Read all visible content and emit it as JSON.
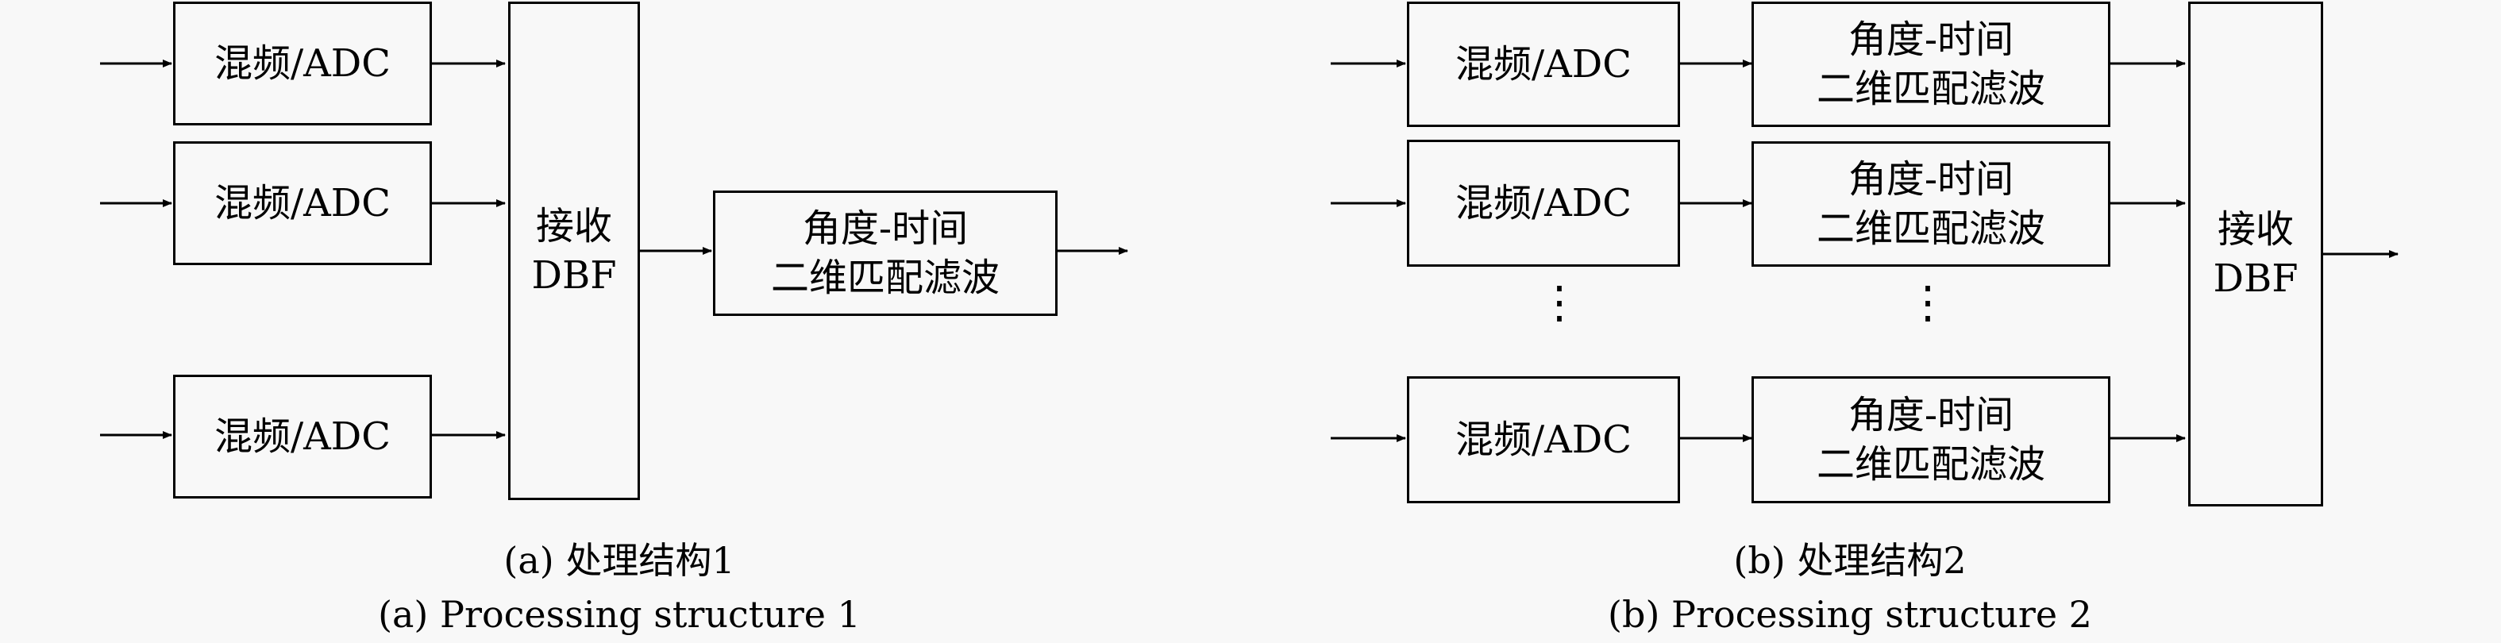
{
  "left": {
    "mixer_label": "混频/ADC",
    "dbf_line1": "接收",
    "dbf_line2": "DBF",
    "filter_line1": "角度-时间",
    "filter_line2": "二维匹配滤波",
    "caption_cn": "(a) 处理结构1",
    "caption_en": "(a) Processing structure 1"
  },
  "right": {
    "mixer_label": "混频/ADC",
    "filter_line1": "角度-时间",
    "filter_line2": "二维匹配滤波",
    "dbf_line1": "接收",
    "dbf_line2": "DBF",
    "caption_cn": "(b) 处理结构2",
    "caption_en": "(b) Processing structure 2"
  }
}
